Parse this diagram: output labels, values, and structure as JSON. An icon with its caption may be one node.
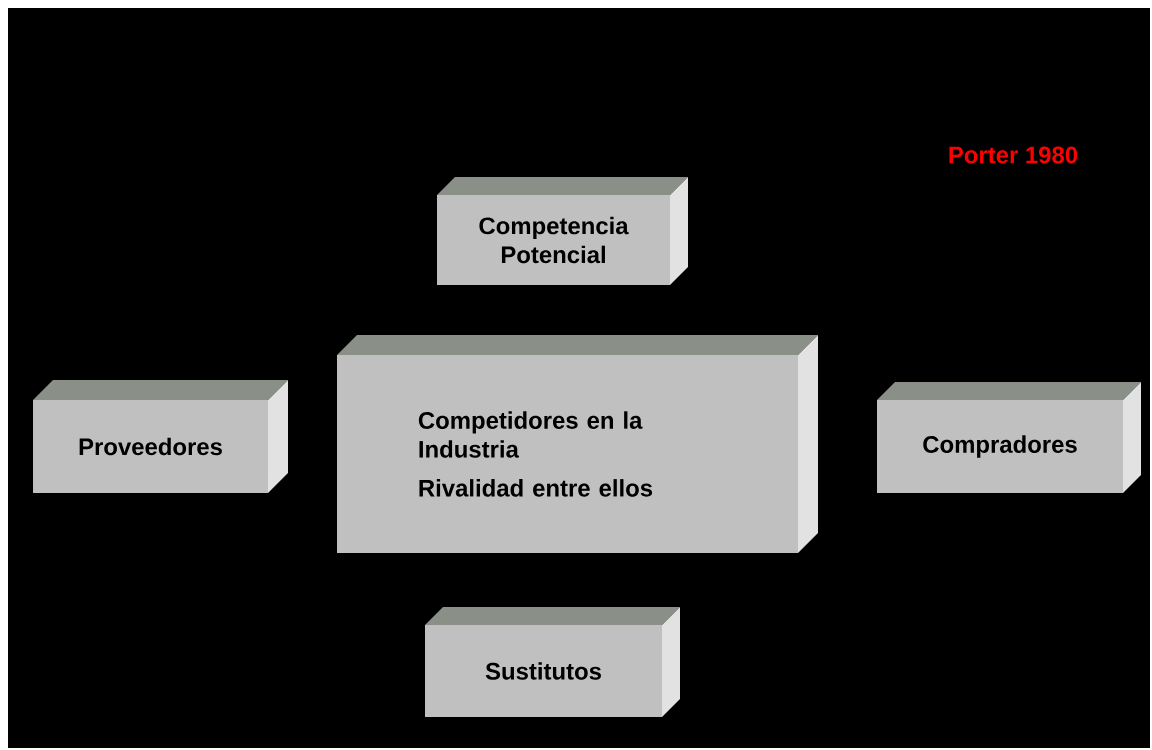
{
  "diagram": {
    "nodes": [
      {
        "text": [
          "Competencia Potencial"
        ]
      },
      {
        "text": [
          "Proveedores"
        ]
      },
      {
        "text": [
          "Competidores en la Industria",
          "Rivalidad entre ellos"
        ]
      },
      {
        "text": [
          "Compradores"
        ]
      },
      {
        "text": [
          "Sustitutos"
        ]
      }
    ],
    "labels": [
      "Porter 1980"
    ]
  }
}
